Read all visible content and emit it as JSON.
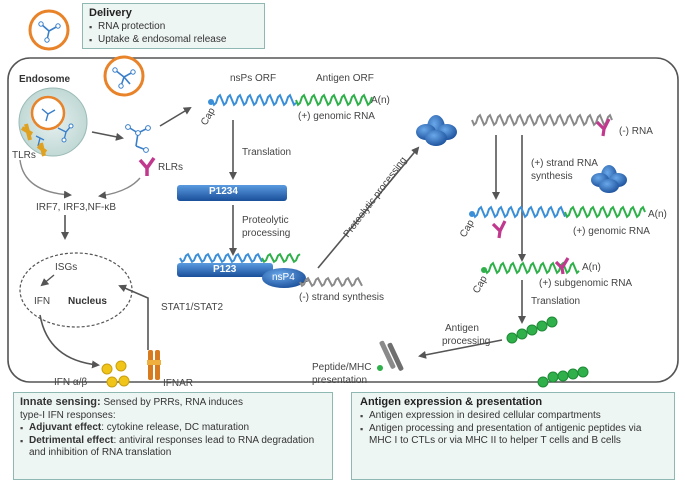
{
  "delivery": {
    "title": "Delivery",
    "items": [
      "RNA protection",
      "Uptake & endosomal release"
    ]
  },
  "cell": {
    "endosome_label": "Endosome",
    "tlrs_label": "TLRs",
    "rlrs_label": "RLRs",
    "irf_label": "IRF7, IRF3,NF-κB",
    "isgs_label": "ISGs",
    "ifn_label": "IFN",
    "nucleus_label": "Nucleus",
    "stat_label": "STAT1/STAT2",
    "ifn_ab_label": "IFN α/β",
    "ifnar_label": "IFNAR",
    "nsps_orf_label": "nsPs ORF",
    "antigen_orf_label": "Antigen ORF",
    "cap_label": "Cap",
    "an_label": "A(n)",
    "genomic_rna_label": "(+) genomic RNA",
    "translation_label": "Translation",
    "p1234_label": "P1234",
    "proteolytic_label_1": "Proteolytic",
    "processing_label": "processing",
    "p123_label": "P123",
    "nsp4_label": "nsP4",
    "minus_strand_synthesis_label": "(-) strand synthesis",
    "proteolytic_processing_diag": "Proteolytic processing",
    "minus_rna_label": "(-) RNA",
    "plus_strand_label_1": "(+) strand RNA",
    "plus_strand_label_2": "synthesis",
    "subgenomic_rna_label": "(+) subgenomic RNA",
    "translation_label_2": "Translation",
    "antigen_label": "Antigen",
    "processing_label_2": "processing",
    "peptide_mhc_label_1": "Peptide/MHC",
    "peptide_mhc_label_2": "presentation"
  },
  "innate": {
    "title_bold": "Innate sensing:",
    "title_rest": " Sensed by PRRs, RNA induces",
    "line2": "type-I IFN responses:",
    "item1_bold": "Adjuvant effect",
    "item1_rest": ":  cytokine release, DC maturation",
    "item2_bold": "Detrimental effect",
    "item2_rest": ":  antiviral responses lead to RNA degradation and inhibition of RNA translation"
  },
  "antigen": {
    "title": "Antigen expression & presentation",
    "items": [
      "Antigen expression in desired cellular compartments",
      "Antigen processing and presentation of antigenic peptides via MHC I to CTLs or via MHC II to helper T cells and B cells"
    ]
  },
  "colors": {
    "blue_rna": "#3a8fd8",
    "green_rna": "#2fb04a",
    "grey_rna": "#8a8a8a",
    "protein_blue": "#1f5fb0",
    "orange_ring": "#e8832a",
    "magenta": "#c0398e",
    "yellow": "#f0c419"
  }
}
